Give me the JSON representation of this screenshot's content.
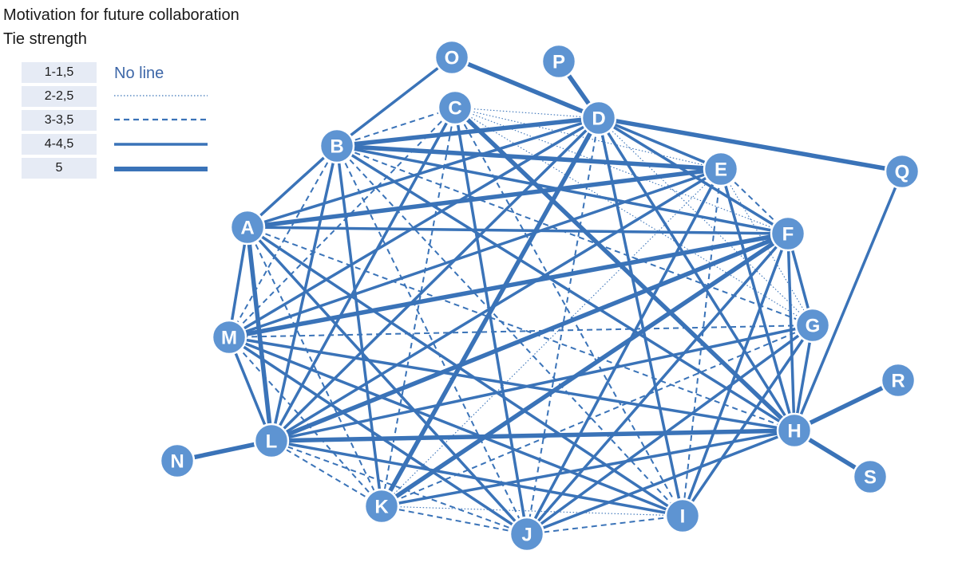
{
  "title": "Motivation for future collaboration",
  "subtitle": "Tie strength",
  "colors": {
    "edge": "#3a73b8",
    "node_fill": "#5e94d2",
    "node_stroke": "#ffffff",
    "legend_bg": "#e6ebf5"
  },
  "legend": [
    {
      "range": "1-1,5",
      "style": "none",
      "text": "No line"
    },
    {
      "range": "2-2,5",
      "style": "dotted",
      "text": ""
    },
    {
      "range": "3-3,5",
      "style": "dashed",
      "text": ""
    },
    {
      "range": "4-4,5",
      "style": "solid",
      "text": ""
    },
    {
      "range": "5",
      "style": "bold",
      "text": ""
    }
  ],
  "nodes": [
    "A",
    "B",
    "C",
    "D",
    "E",
    "F",
    "G",
    "H",
    "I",
    "J",
    "K",
    "L",
    "M",
    "N",
    "O",
    "P",
    "Q",
    "R",
    "S"
  ],
  "edges": [
    [
      "N",
      "L",
      "bold"
    ],
    [
      "O",
      "B",
      "solid"
    ],
    [
      "O",
      "D",
      "bold"
    ],
    [
      "P",
      "D",
      "bold"
    ],
    [
      "D",
      "Q",
      "bold"
    ],
    [
      "Q",
      "H",
      "solid"
    ],
    [
      "H",
      "R",
      "bold"
    ],
    [
      "H",
      "S",
      "bold"
    ],
    [
      "B",
      "D",
      "bold"
    ],
    [
      "B",
      "E",
      "bold"
    ],
    [
      "B",
      "F",
      "solid"
    ],
    [
      "B",
      "H",
      "solid"
    ],
    [
      "B",
      "A",
      "solid"
    ],
    [
      "B",
      "L",
      "solid"
    ],
    [
      "B",
      "K",
      "solid"
    ],
    [
      "B",
      "C",
      "dashed"
    ],
    [
      "B",
      "G",
      "dashed"
    ],
    [
      "B",
      "J",
      "dashed"
    ],
    [
      "B",
      "I",
      "dashed"
    ],
    [
      "B",
      "M",
      "dashed"
    ],
    [
      "A",
      "E",
      "bold"
    ],
    [
      "A",
      "L",
      "bold"
    ],
    [
      "A",
      "F",
      "solid"
    ],
    [
      "A",
      "D",
      "solid"
    ],
    [
      "A",
      "M",
      "solid"
    ],
    [
      "A",
      "I",
      "solid"
    ],
    [
      "A",
      "J",
      "solid"
    ],
    [
      "A",
      "K",
      "dashed"
    ],
    [
      "A",
      "H",
      "dashed"
    ],
    [
      "C",
      "H",
      "bold"
    ],
    [
      "C",
      "J",
      "solid"
    ],
    [
      "C",
      "L",
      "solid"
    ],
    [
      "C",
      "M",
      "dashed"
    ],
    [
      "C",
      "K",
      "dashed"
    ],
    [
      "C",
      "I",
      "dashed"
    ],
    [
      "C",
      "E",
      "dotted"
    ],
    [
      "C",
      "F",
      "dotted"
    ],
    [
      "C",
      "D",
      "dotted"
    ],
    [
      "C",
      "G",
      "dotted"
    ],
    [
      "D",
      "K",
      "bold"
    ],
    [
      "D",
      "I",
      "solid"
    ],
    [
      "D",
      "E",
      "solid"
    ],
    [
      "D",
      "F",
      "solid"
    ],
    [
      "D",
      "M",
      "solid"
    ],
    [
      "D",
      "L",
      "solid"
    ],
    [
      "D",
      "H",
      "solid"
    ],
    [
      "D",
      "J",
      "dashed"
    ],
    [
      "D",
      "G",
      "dotted"
    ],
    [
      "E",
      "J",
      "solid"
    ],
    [
      "E",
      "H",
      "solid"
    ],
    [
      "E",
      "L",
      "solid"
    ],
    [
      "E",
      "M",
      "solid"
    ],
    [
      "E",
      "F",
      "dashed"
    ],
    [
      "E",
      "I",
      "dashed"
    ],
    [
      "E",
      "G",
      "dotted"
    ],
    [
      "E",
      "K",
      "dotted"
    ],
    [
      "F",
      "L",
      "bold"
    ],
    [
      "F",
      "K",
      "bold"
    ],
    [
      "F",
      "M",
      "bold"
    ],
    [
      "F",
      "I",
      "solid"
    ],
    [
      "F",
      "J",
      "solid"
    ],
    [
      "F",
      "H",
      "solid"
    ],
    [
      "F",
      "G",
      "solid"
    ],
    [
      "G",
      "L",
      "solid"
    ],
    [
      "G",
      "H",
      "solid"
    ],
    [
      "G",
      "J",
      "solid"
    ],
    [
      "G",
      "I",
      "solid"
    ],
    [
      "G",
      "M",
      "dashed"
    ],
    [
      "G",
      "K",
      "dashed"
    ],
    [
      "H",
      "L",
      "bold"
    ],
    [
      "H",
      "M",
      "solid"
    ],
    [
      "H",
      "K",
      "solid"
    ],
    [
      "H",
      "J",
      "solid"
    ],
    [
      "I",
      "M",
      "solid"
    ],
    [
      "I",
      "L",
      "solid"
    ],
    [
      "I",
      "J",
      "dashed"
    ],
    [
      "I",
      "K",
      "dotted"
    ],
    [
      "J",
      "M",
      "solid"
    ],
    [
      "J",
      "K",
      "dashed"
    ],
    [
      "J",
      "L",
      "dashed"
    ],
    [
      "K",
      "M",
      "dashed"
    ],
    [
      "K",
      "L",
      "dashed"
    ],
    [
      "L",
      "M",
      "solid"
    ]
  ]
}
